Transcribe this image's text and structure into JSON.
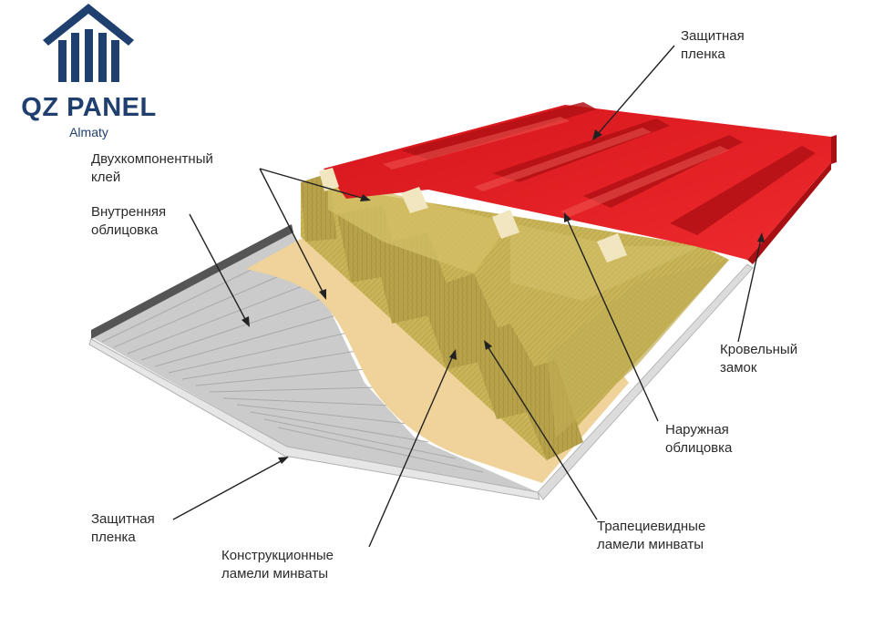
{
  "logo": {
    "name": "QZ PANEL",
    "city": "Almaty",
    "color": "#1f3f6e"
  },
  "colors": {
    "roof_red": "#e3262a",
    "wool": "#c9b457",
    "glue": "#efd39a",
    "inner_sheet": "#c9c9c9",
    "label_text": "#2b2b2b"
  },
  "labels": {
    "protective_film_top": [
      "Защитная",
      "пленка"
    ],
    "two_component_glue": [
      "Двухкомпонентный",
      "клей"
    ],
    "inner_facing": [
      "Внутренняя",
      "облицовка"
    ],
    "roof_lock": [
      "Кровельный",
      "замок"
    ],
    "outer_facing": [
      "Наружная",
      "облицовка"
    ],
    "trapezoid_lamellas": [
      "Трапециевидные",
      "ламели минваты"
    ],
    "protective_film_bottom": [
      "Защитная",
      "пленка"
    ],
    "structural_lamellas": [
      "Конструкционные",
      "ламели минваты"
    ]
  }
}
